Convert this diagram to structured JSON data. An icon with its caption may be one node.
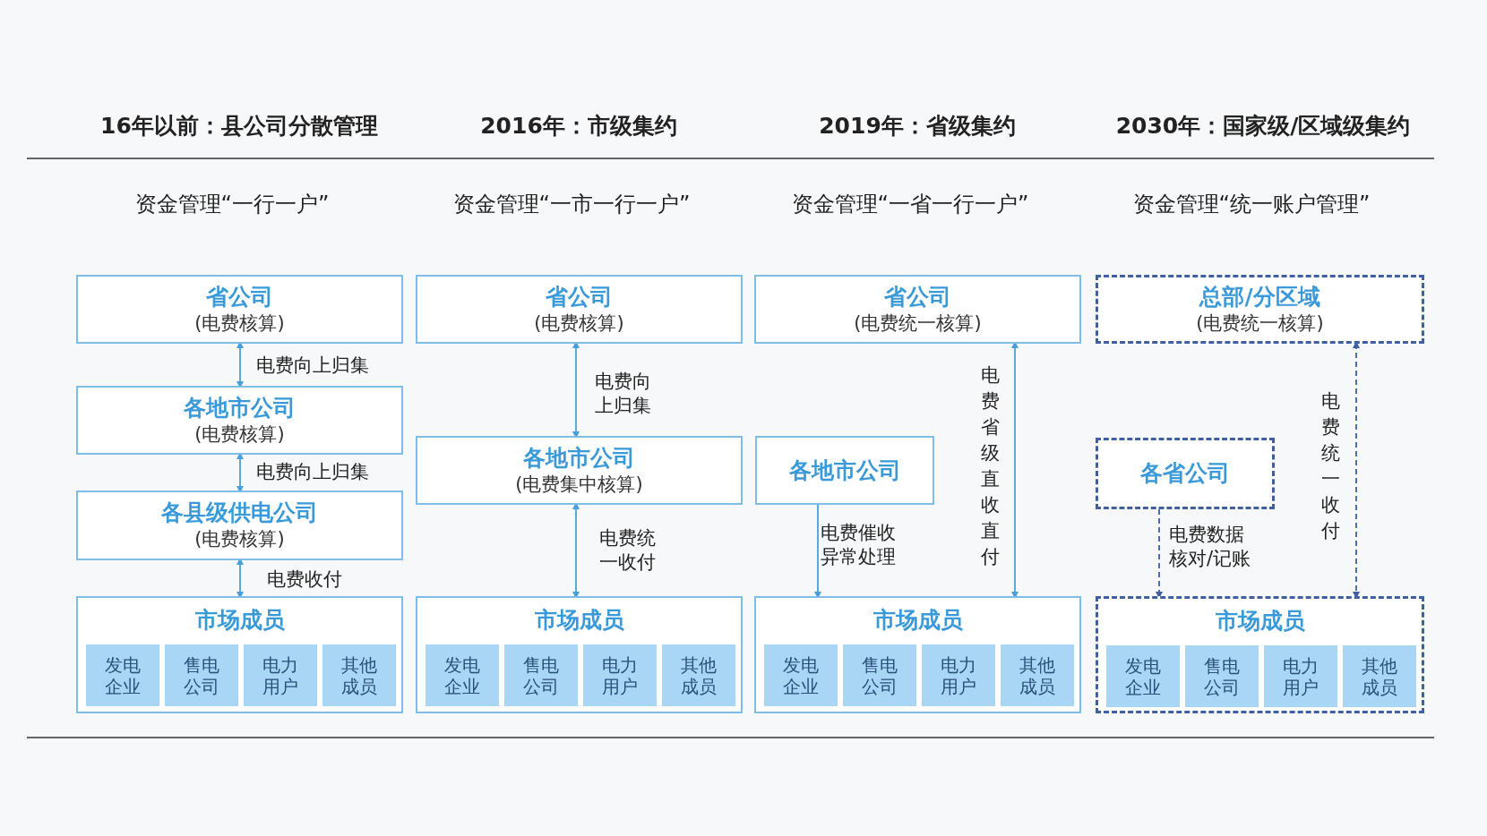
{
  "diagram": {
    "nodes": [
      {
        "text": [
          "省公司",
          "(电费核算)"
        ]
      },
      {
        "text": [
          "各地市公司",
          "(电费核算)"
        ]
      },
      {
        "text": [
          "各县级供电公司",
          "(电费核算)"
        ]
      },
      {
        "text": [
          "市场成员"
        ]
      },
      {
        "text": [
          "发电企业"
        ],
        "in": 3
      },
      {
        "text": [
          "售电公司"
        ],
        "in": 3
      },
      {
        "text": [
          "电力用户"
        ],
        "in": 3
      },
      {
        "text": [
          "其他成员"
        ],
        "in": 3
      },
      {
        "text": [
          "省公司",
          "(电费核算)"
        ]
      },
      {
        "text": [
          "各地市公司",
          "(电费集中核算)"
        ]
      },
      {
        "text": [
          "市场成员"
        ]
      },
      {
        "text": [
          "发电企业"
        ],
        "in": 10
      },
      {
        "text": [
          "售电公司"
        ],
        "in": 10
      },
      {
        "text": [
          "电力用户"
        ],
        "in": 10
      },
      {
        "text": [
          "其他成员"
        ],
        "in": 10
      },
      {
        "text": [
          "省公司",
          "(电费统一核算)"
        ]
      },
      {
        "text": [
          "各地市公司"
        ]
      },
      {
        "text": [
          "市场成员"
        ]
      },
      {
        "text": [
          "发电企业"
        ],
        "in": 17
      },
      {
        "text": [
          "售电公司"
        ],
        "in": 17
      },
      {
        "text": [
          "电力用户"
        ],
        "in": 17
      },
      {
        "text": [
          "其他成员"
        ],
        "in": 17
      },
      {
        "text": [
          "总部/分区域",
          "(电费统一核算)"
        ]
      },
      {
        "text": [
          "各省公司"
        ]
      },
      {
        "text": [
          "市场成员"
        ]
      },
      {
        "text": [
          "发电企业"
        ],
        "in": 24
      },
      {
        "text": [
          "售电公司"
        ],
        "in": 24
      },
      {
        "text": [
          "电力用户"
        ],
        "in": 24
      },
      {
        "text": [
          "其他成员"
        ],
        "in": 24
      }
    ],
    "edges": [
      {
        "from": 0,
        "to": 1,
        "arrow": "both",
        "label": "电费向上归集"
      },
      {
        "from": 1,
        "to": 2,
        "arrow": "both",
        "label": "电费向上归集"
      },
      {
        "from": 2,
        "to": 3,
        "arrow": "both",
        "label": "电费收付"
      },
      {
        "from": 8,
        "to": 9,
        "arrow": "both",
        "label": "电费向上归集"
      },
      {
        "from": 9,
        "to": 10,
        "arrow": "both",
        "label": "电费统一收付"
      },
      {
        "from": 16,
        "to": 17,
        "arrow": "to",
        "label": "电费催收异常处理"
      },
      {
        "from": 15,
        "to": 17,
        "arrow": "both",
        "label": "电费省级直收直付"
      },
      {
        "from": 23,
        "to": 24,
        "arrow": "to",
        "label": "电费数据核对/记账",
        "style": "dashed",
        "color": "#3f5fa0"
      },
      {
        "from": 22,
        "to": 24,
        "arrow": "both",
        "label": "电费统一收付",
        "style": "dashed",
        "color": "#3f5fa0"
      }
    ],
    "labels": [
      "16年以前：县公司分散管理",
      "2016年：市级集约",
      "2019年：省级集约",
      "2030年：国家级/区域级集约",
      "资金管理“一行一户”",
      "资金管理“一市一行一户”",
      "资金管理“一省一行一户”",
      "资金管理“统一账户管理”"
    ]
  }
}
